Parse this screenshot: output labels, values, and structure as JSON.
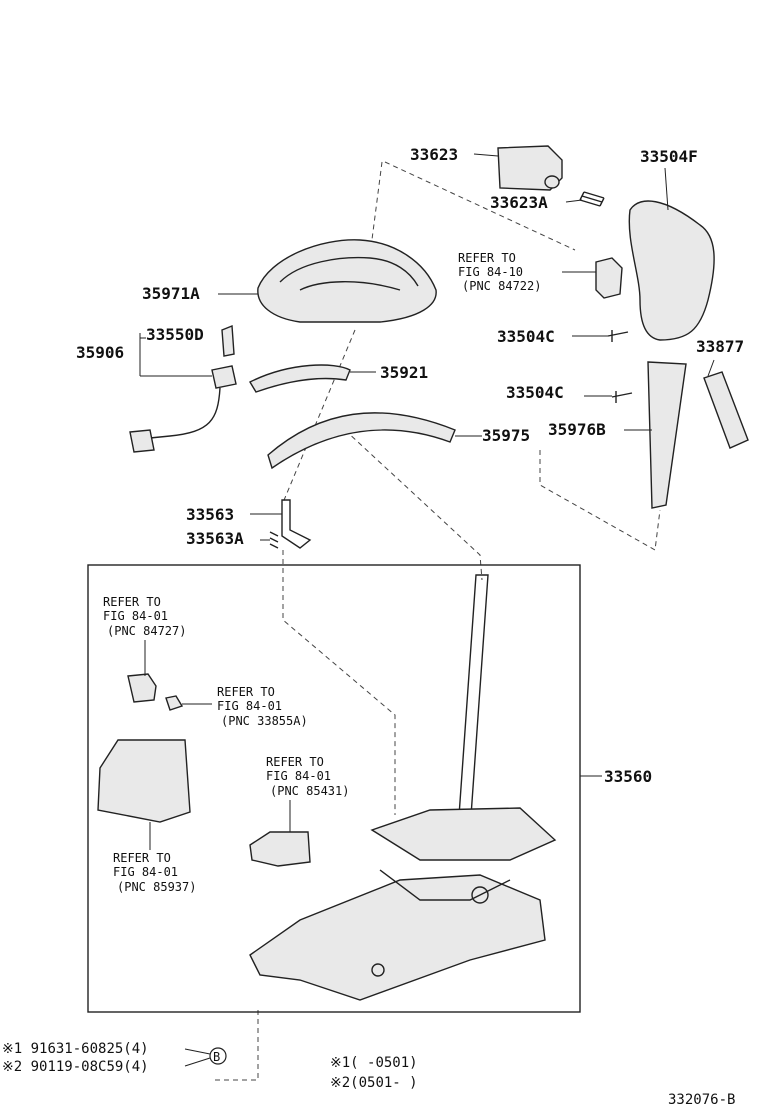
{
  "parts": {
    "p33623": "33623",
    "p33623A": "33623A",
    "p33504F": "33504F",
    "p35971A": "35971A",
    "p33550D": "33550D",
    "p35906": "35906",
    "p33504C_1": "33504C",
    "p33504C_2": "33504C",
    "p33877": "33877",
    "p35921": "35921",
    "p35975": "35975",
    "p35976B": "35976B",
    "p33563": "33563",
    "p33563A": "33563A",
    "p33560": "33560"
  },
  "refs": {
    "r1": {
      "line1": "REFER TO",
      "line2": "FIG 84-10",
      "line3": "(PNC 84722)"
    },
    "r2": {
      "line1": "REFER TO",
      "line2": "FIG 84-01",
      "line3": "(PNC 84727)"
    },
    "r3": {
      "line1": "REFER TO",
      "line2": "FIG 84-01",
      "line3": "(PNC 33855A)"
    },
    "r4": {
      "line1": "REFER TO",
      "line2": "FIG 84-01",
      "line3": "(PNC 85431)"
    },
    "r5": {
      "line1": "REFER TO",
      "line2": "FIG 84-01",
      "line3": "(PNC 85937)"
    }
  },
  "footnotes": {
    "bolt1": "※1 91631-60825(4)",
    "bolt2": "※2 90119-08C59(4)",
    "marker": "B",
    "date1": "※1(     -0501)",
    "date2": "※2(0501-     )"
  },
  "figure_code": "332076-B"
}
